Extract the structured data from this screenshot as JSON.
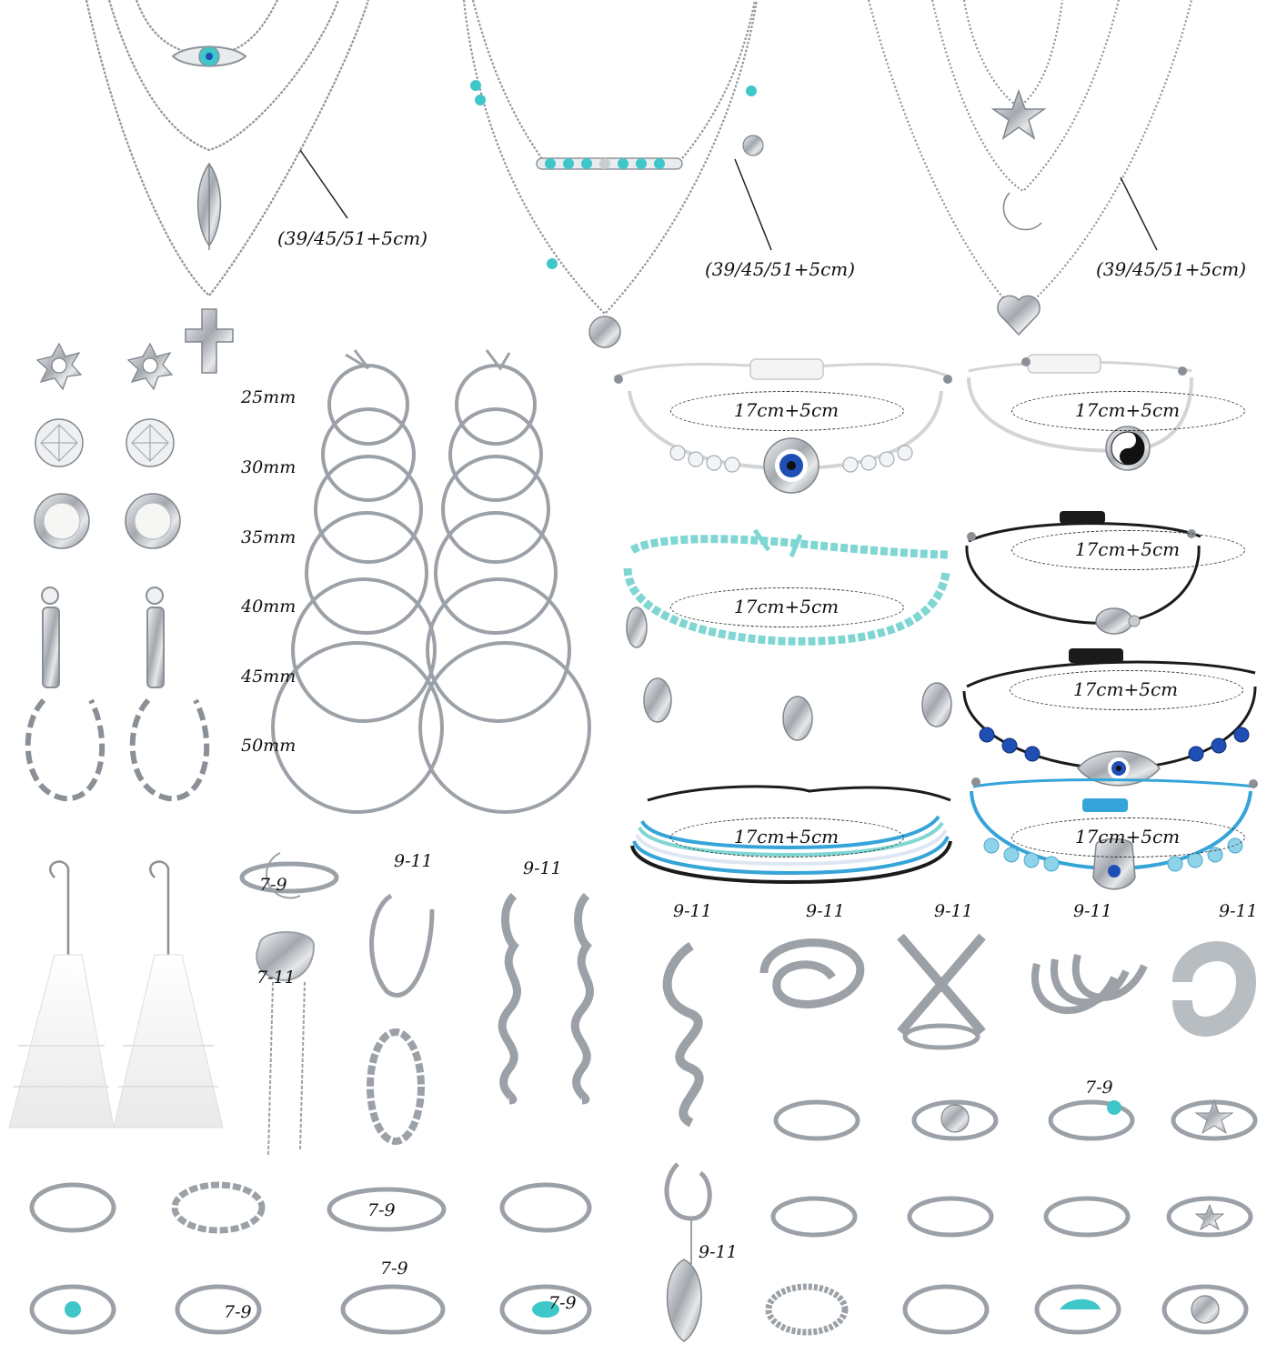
{
  "colors": {
    "background": "#ffffff",
    "silver": "#9aa0a6",
    "silver_light": "#d9dde1",
    "turquoise": "#3ec6c9",
    "cord_white": "#f2f2f2",
    "cord_black": "#1b1b1b",
    "cord_aqua": "#7fd6d2",
    "cord_blue": "#35a4d8",
    "evil_eye_blue": "#1f4fb5"
  },
  "necklaces": [
    {
      "length_label": "(39/45/51+5cm)",
      "pendants": [
        "evil-eye-icon",
        "feather-icon",
        "cross-icon"
      ]
    },
    {
      "length_label": "(39/45/51+5cm)",
      "pendants": [
        "bead-bar-icon",
        "coin-icon"
      ]
    },
    {
      "length_label": "(39/45/51+5cm)",
      "pendants": [
        "star-icon",
        "moon-icon",
        "heart-icon"
      ]
    }
  ],
  "hoop_sizes": [
    "25mm",
    "30mm",
    "35mm",
    "40mm",
    "45mm",
    "50mm"
  ],
  "bracelets": [
    {
      "label": "17cm+5cm",
      "charm": "evil-eye-icon",
      "cord": "white"
    },
    {
      "label": "17cm+5cm",
      "charm": "yin-yang-icon",
      "cord": "white"
    },
    {
      "label": "17cm+5cm",
      "charm": "shell-icon",
      "cord": "aqua"
    },
    {
      "label": "17cm+5cm",
      "charm": "turtle-icon",
      "cord": "black"
    },
    {
      "label": "17cm+5cm",
      "charm": "evil-eye-icon",
      "cord": "black"
    },
    {
      "label": "17cm+5cm",
      "charm": "none",
      "cord": "multi"
    },
    {
      "label": "17cm+5cm",
      "charm": "hamsa-icon",
      "cord": "blue"
    }
  ],
  "ring_sizes": {
    "moon_ring": "7-9",
    "open_ring": "9-11",
    "snake_earring": "9-11",
    "chain_earring": "7-11",
    "snake_ring": "9-11",
    "star_wrap_ring": "9-11",
    "x_ring": "9-11",
    "triple_cuff": "9-11",
    "wide_cuff": "9-11",
    "moon_knuckle_ring": "7-9",
    "ear_cuff": "9-11",
    "wave_ring": "7-9",
    "arrow_ring": "7-9",
    "heart_ring": "7-9",
    "turquoise_ring": "7-9"
  }
}
